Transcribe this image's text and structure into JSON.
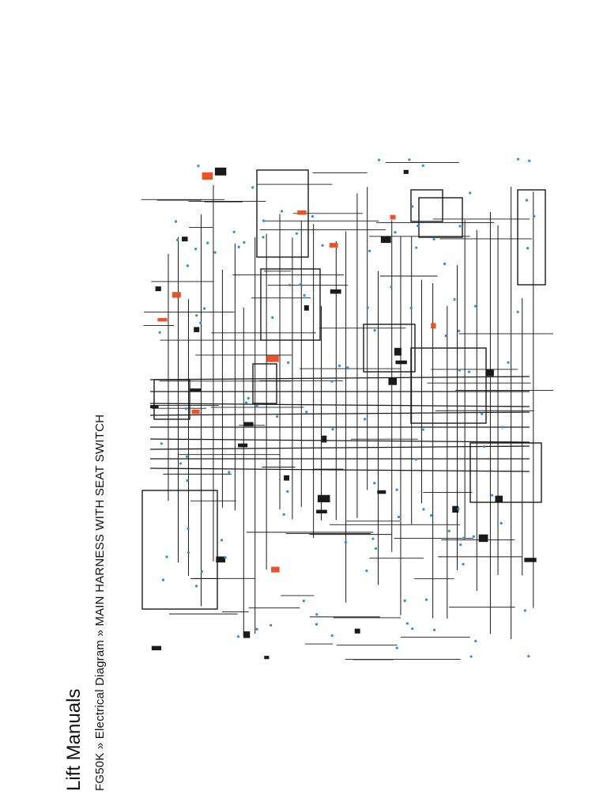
{
  "header": {
    "brand": "Lift Manuals",
    "breadcrumb": [
      "FG50K",
      "Electrical Diagram",
      "MAIN HARNESS WITH SEAT SWITCH"
    ],
    "separator": " » "
  },
  "colors": {
    "wire": "#1a1a1a",
    "connector_marker": "#2b8fd6",
    "connector_highlight": "#e8542a",
    "background": "#ffffff"
  }
}
